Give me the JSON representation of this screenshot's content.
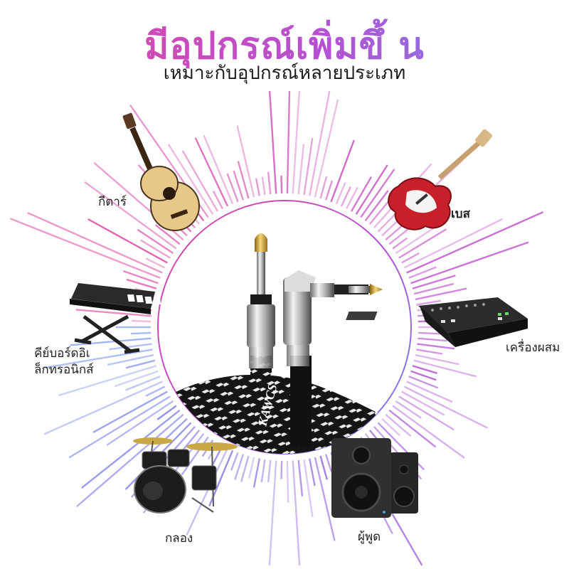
{
  "title": "มีอุปกรณ์เพิ่มขึ้ น",
  "subtitle": "เหมาะกับอุปกรณ์หลายประเภท",
  "brand": "KAWCS",
  "labels": {
    "guitar": "กีตาร์",
    "bass": "เบส",
    "mixer": "เครื่องผสม",
    "keyboard_line1": "คีย์บอร์ดอิเ",
    "keyboard_line2": "ล็กทรอนิกส์",
    "drums": "กลอง",
    "speaker": "ผู้พูด"
  },
  "colors": {
    "pink": "#e0479c",
    "purple": "#b84fd0",
    "blue": "#6c8bf0"
  }
}
